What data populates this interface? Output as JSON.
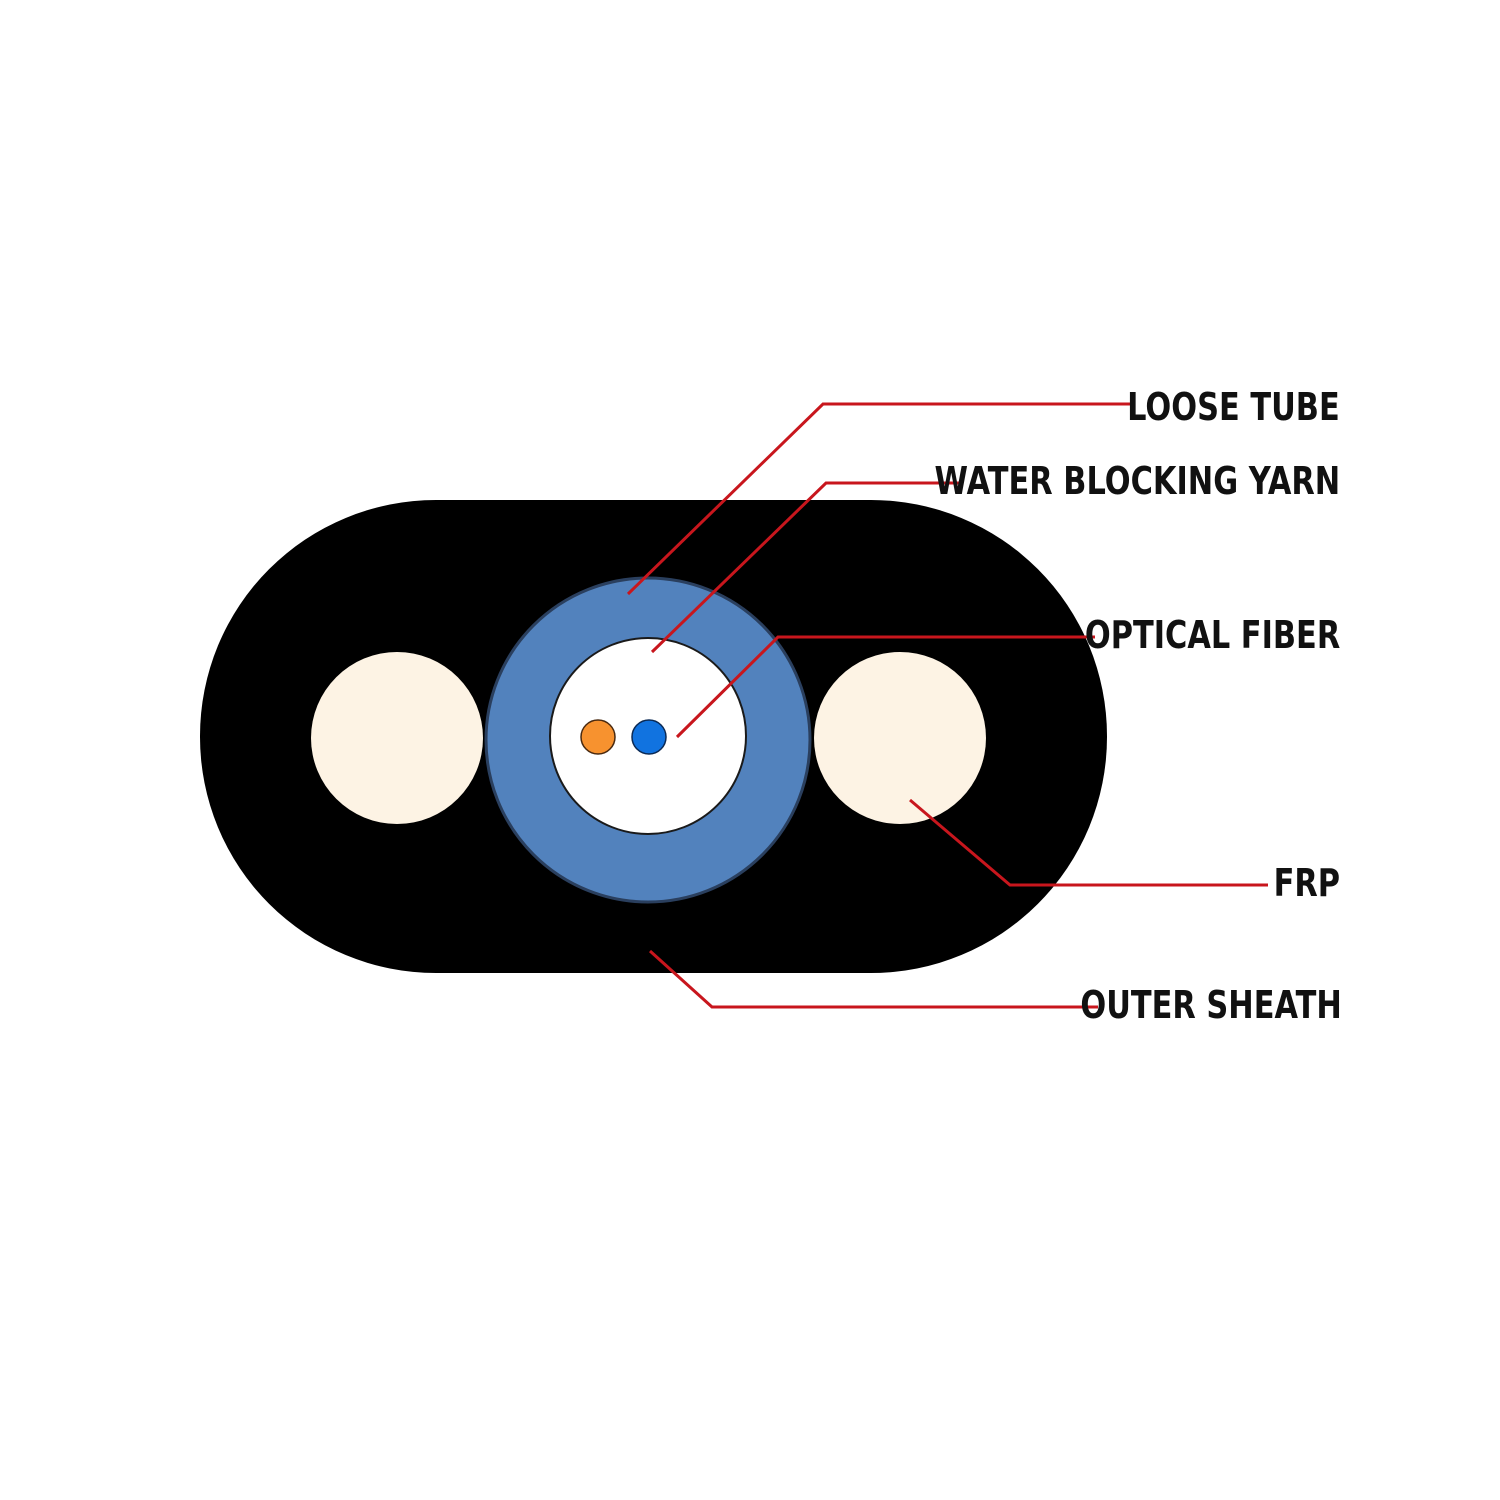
{
  "labels": {
    "loose_tube": "LOOSE TUBE",
    "water_blocking_yarn": "WATER BLOCKING YARN",
    "optical_fiber": "OPTICAL FIBER",
    "frp": "FRP",
    "outer_sheath": "OUTER SHEATH"
  },
  "colors": {
    "outer_sheath": "#000000",
    "loose_tube": "#5282bd",
    "water_blocking_yarn": "#ffffff",
    "frp": "#fdf3e4",
    "fiber_orange": "#f7922f",
    "fiber_blue": "#1173e0",
    "leader_line": "#c8161d"
  }
}
